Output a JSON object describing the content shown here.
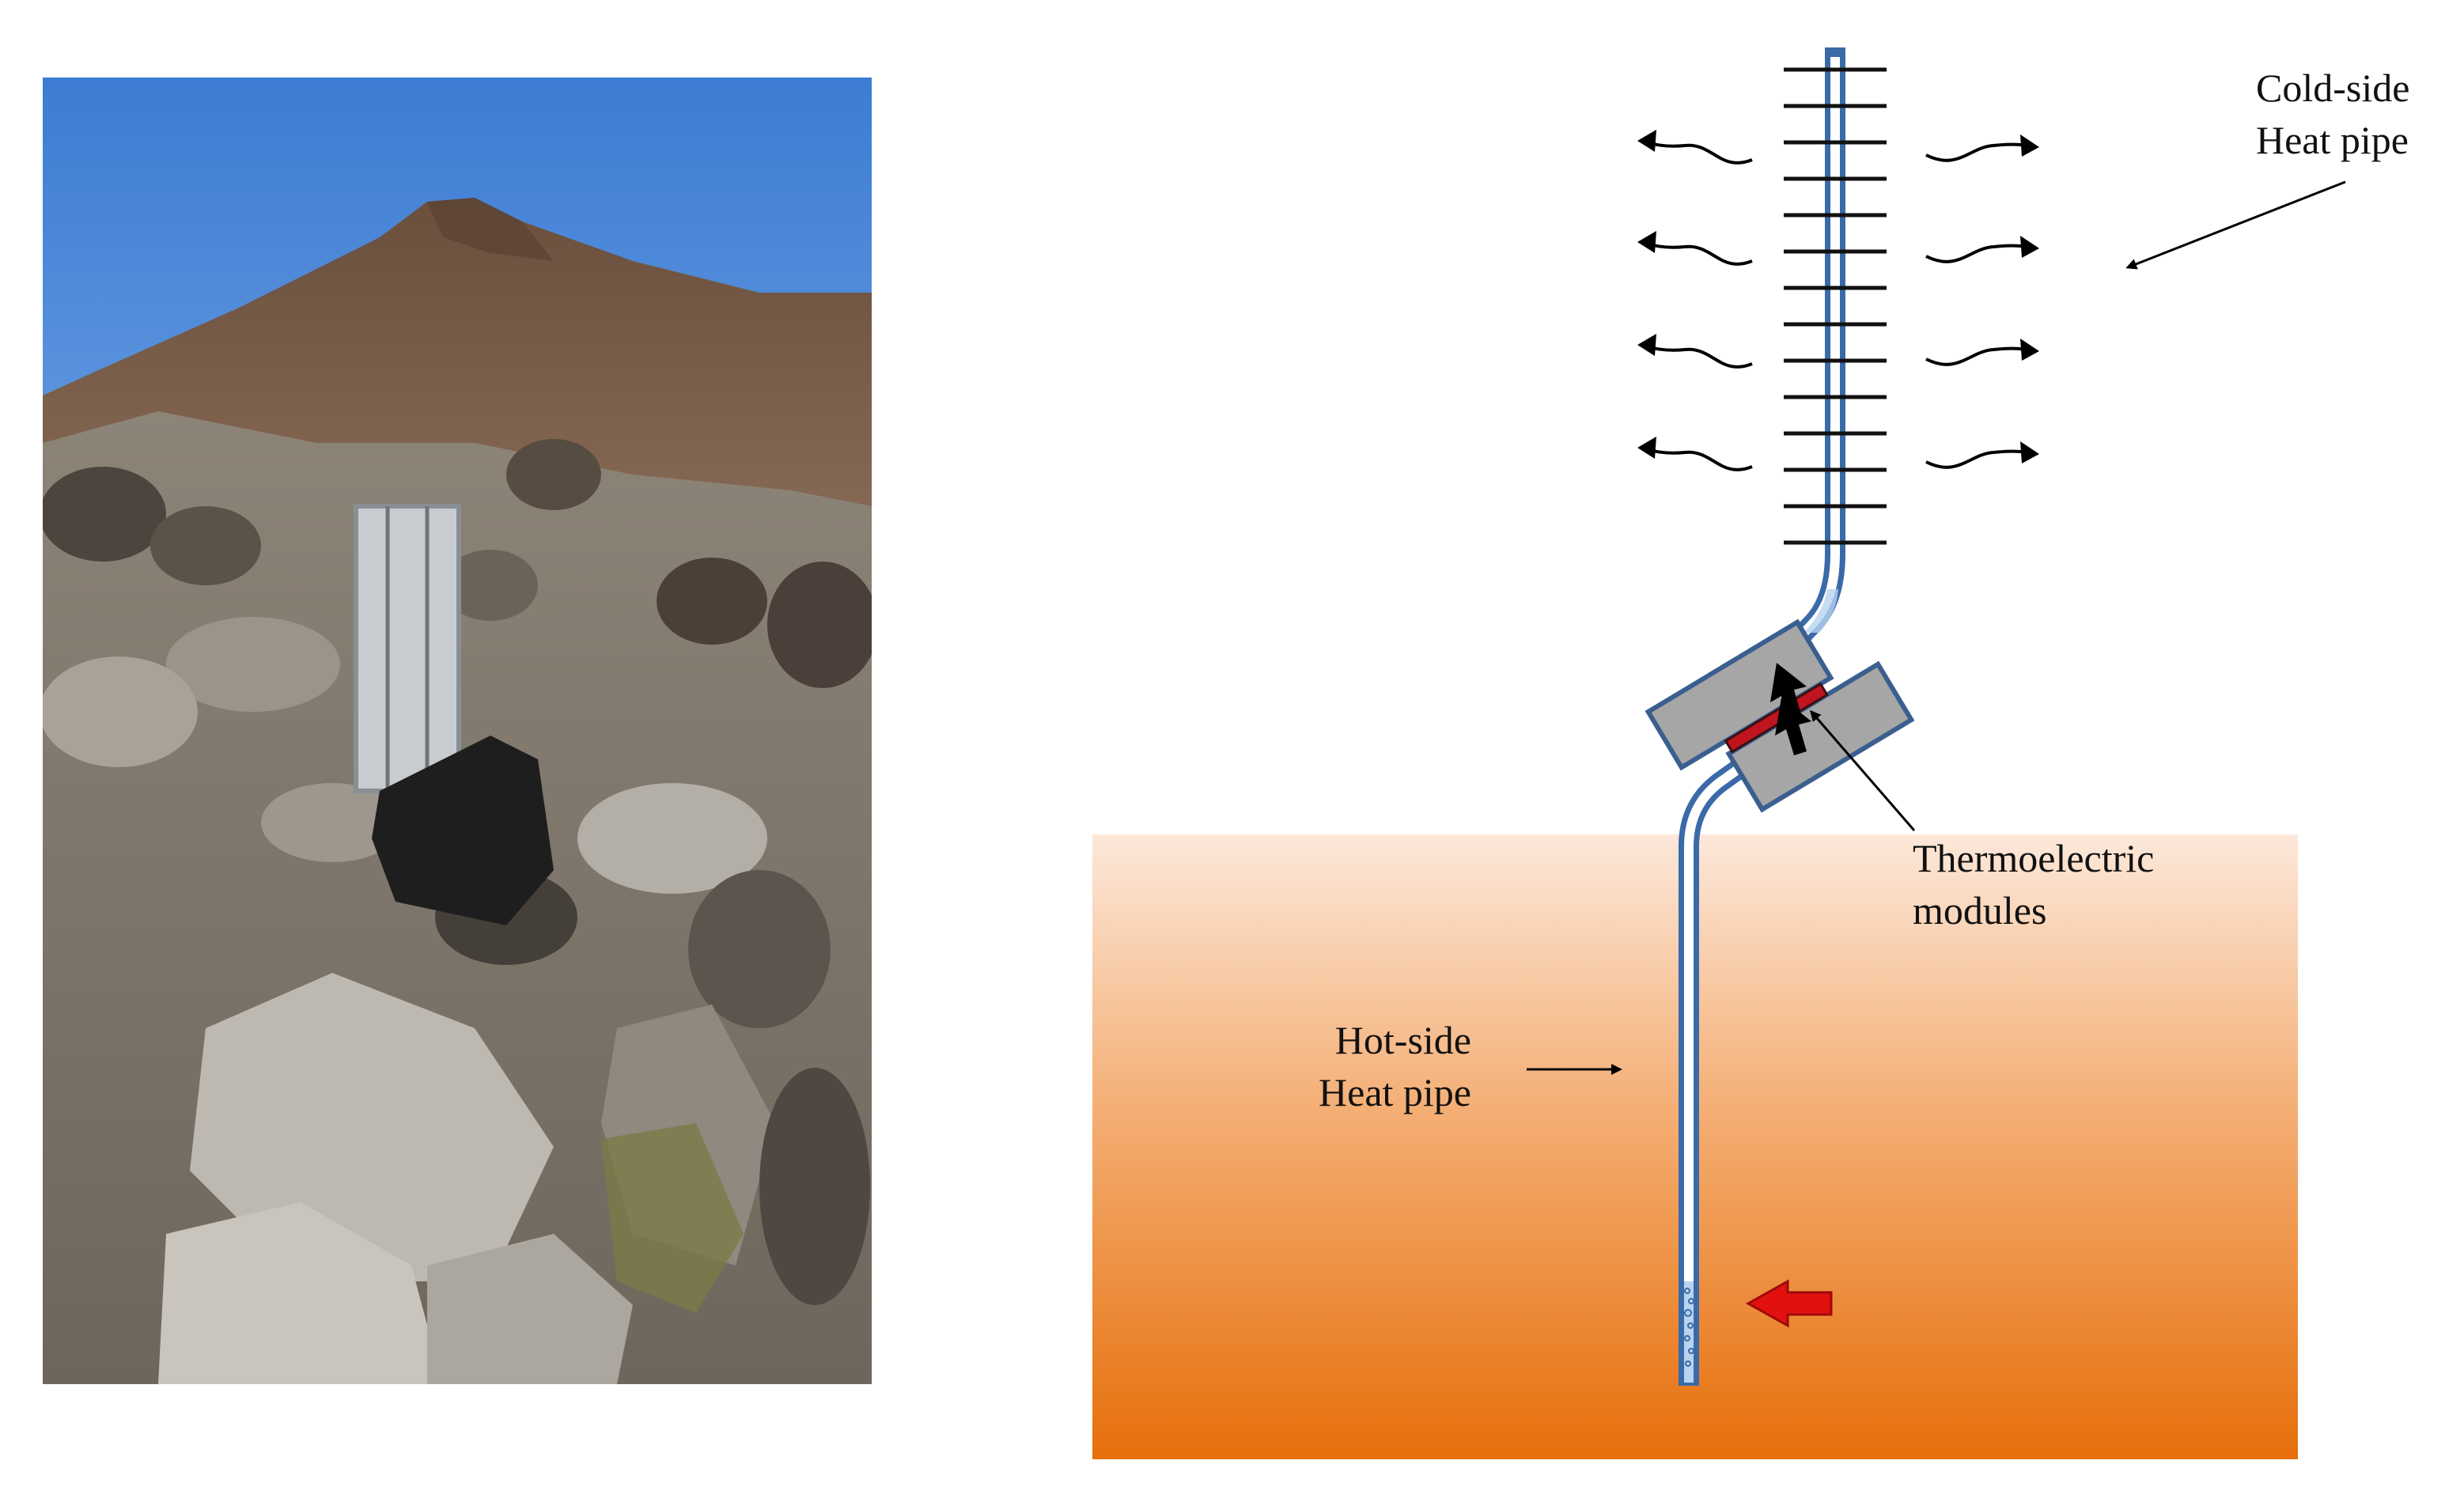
{
  "labels": {
    "cold_side": {
      "line1": "Cold-side",
      "line2": "Heat pipe"
    },
    "thermoelectric": {
      "line1": "Thermoelectric",
      "line2": "modules"
    },
    "hot_side": {
      "line1": "Hot-side",
      "line2": "Heat pipe"
    }
  },
  "colors": {
    "sky_top": "#3f7fd6",
    "sky_bottom": "#a9cff5",
    "mountain": "#7a604c",
    "ground_top": "#fbe6d6",
    "ground_bottom": "#e8720c",
    "pipe_stroke": "#3a6aa8",
    "module_fill": "#a6a6a6",
    "module_stroke": "#3a5f8f",
    "thermo_element": "#c0141e",
    "hot_arrow": "#e31010"
  },
  "icons": {
    "photo": "volcano-field-photo",
    "heat_arrows": "wavy-arrow-icon",
    "heat_input": "red-block-arrow-icon"
  }
}
